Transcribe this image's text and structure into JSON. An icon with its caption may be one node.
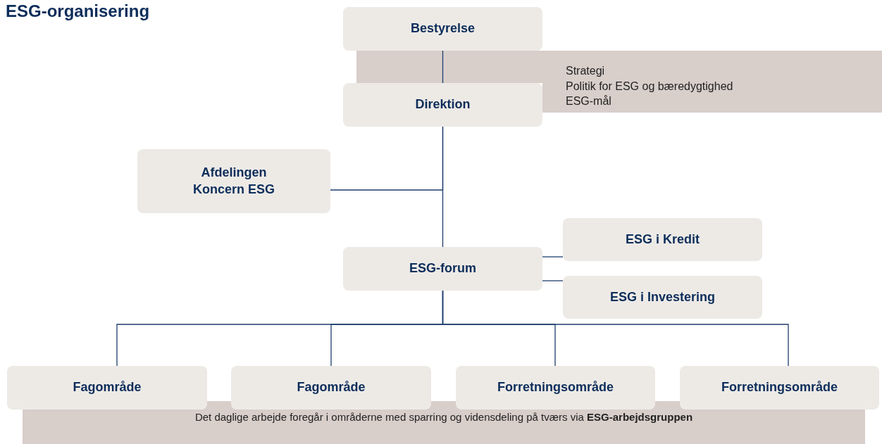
{
  "diagram": {
    "title": "ESG-organisering",
    "nodes": [
      {
        "text": [
          "Bestyrelse"
        ]
      },
      {
        "text": [
          "Strategi",
          "Politik for ESG og bæredygtighed",
          "ESG-mål"
        ]
      },
      {
        "text": [
          "Direktion"
        ]
      },
      {
        "text": [
          "Afdelingen Koncern ESG"
        ]
      },
      {
        "text": [
          "ESG-forum"
        ]
      },
      {
        "text": [
          "ESG i Kredit"
        ]
      },
      {
        "text": [
          "ESG i Investering"
        ]
      },
      {
        "text": [
          "Fagområde"
        ]
      },
      {
        "text": [
          "Fagområde"
        ]
      },
      {
        "text": [
          "Forretningsområde"
        ]
      },
      {
        "text": [
          "Forretningsområde"
        ]
      },
      {
        "text": [
          "Det daglige arbejde foregår i områderne med sparring og vidensdeling på tværs via **ESG-arbejdsgruppen**"
        ]
      }
    ],
    "edges": [
      {
        "from": 0,
        "to": 2,
        "arrow": "none"
      },
      {
        "from": 2,
        "to": 4,
        "arrow": "none"
      },
      {
        "from": 2,
        "to": 3,
        "arrow": "none"
      },
      {
        "from": 4,
        "to": 5,
        "arrow": "none"
      },
      {
        "from": 4,
        "to": 6,
        "arrow": "none"
      },
      {
        "from": 4,
        "to": 7,
        "arrow": "none"
      },
      {
        "from": 4,
        "to": 8,
        "arrow": "none"
      },
      {
        "from": 4,
        "to": 9,
        "arrow": "none"
      },
      {
        "from": 4,
        "to": 10,
        "arrow": "none"
      }
    ]
  }
}
